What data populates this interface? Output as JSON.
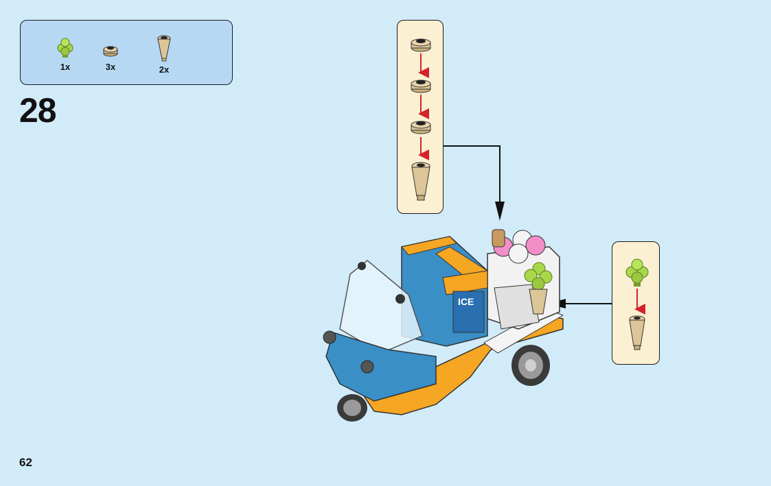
{
  "parts_list": {
    "items": [
      {
        "name": "green-ice-cream-scoop",
        "quantity": "1x",
        "color": "#a8d84a"
      },
      {
        "name": "tan-round-plate",
        "quantity": "3x",
        "color": "#dcc597"
      },
      {
        "name": "tan-cone",
        "quantity": "2x",
        "color": "#dcc597"
      }
    ],
    "background_color": "#b6d8f3"
  },
  "step": {
    "number": "28"
  },
  "page": {
    "number": "62"
  },
  "model_decal": {
    "text": "ICE"
  },
  "colors": {
    "background": "#d2ebf9",
    "callout": "#fbf0d2",
    "arrow": "#d3232b",
    "blue": "#3a8fc7",
    "orange": "#f5a623",
    "tan": "#dcc597",
    "green": "#a8d84a",
    "pink": "#f28ec8"
  }
}
